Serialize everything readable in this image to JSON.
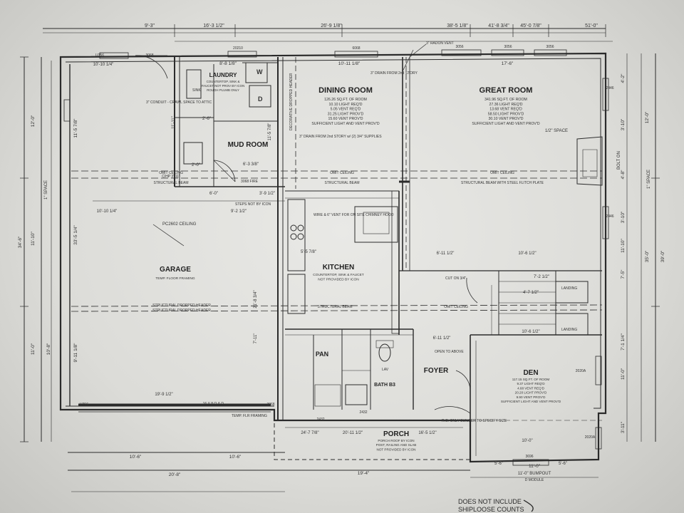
{
  "rooms": {
    "dining": {
      "name": "DINING ROOM",
      "specs": [
        "126.26 SQ.FT. OF ROOM",
        "10.10 LIGHT REQ'D",
        "5.05 VENT REQ'D",
        "31.25 LIGHT PROV'D",
        "15.60 VENT PROV'D",
        "SUFFICIENT LIGHT AND VENT PROV'D"
      ]
    },
    "great": {
      "name": "GREAT ROOM",
      "specs": [
        "341.96 SQ.FT. OF ROOM",
        "27.36 LIGHT REQ'D",
        "13.68 VENT REQ'D",
        "58.50 LIGHT PROV'D",
        "30.10 VENT PROV'D",
        "SUFFICIENT LIGHT AND VENT PROV'D"
      ]
    },
    "den": {
      "name": "DEN",
      "specs": [
        "117.15 SQ.FT. OF ROOM",
        "9.37 LIGHT REQ'D",
        "4.68 VENT REQ'D",
        "20.20 LIGHT PROV'D",
        "9.90 VENT PROV'D",
        "SUFFICIENT LIGHT AND VENT PROV'D"
      ]
    },
    "laundry": {
      "name": "LAUNDRY",
      "specs": [
        "COUNTERTOP, SINK &",
        "FAUCET NOT PROV BY ICON",
        "ROUGH PLUMB ONLY"
      ]
    },
    "mud": {
      "name": "MUD ROOM"
    },
    "kitchen": {
      "name": "KITCHEN",
      "specs": [
        "COUNTERTOP, SINK & FAUCET",
        "NOT PROVIDED BY ICON"
      ]
    },
    "garage": {
      "name": "GARAGE",
      "specs": [
        "TEMP. FLOOR FRAMING"
      ]
    },
    "pan": {
      "name": "PAN"
    },
    "bath": {
      "name": "BATH B3"
    },
    "foyer": {
      "name": "FOYER"
    },
    "porch": {
      "name": "PORCH",
      "specs": [
        "PORCH ROOF BY ICON",
        "POST, RAILING AND SLAB",
        "NOT PROVIDED BY ICON"
      ]
    }
  },
  "notes": {
    "omit_ceiling": "OMIT CEILING",
    "ceiling_ht": "C/HP 3'-11\"",
    "structural_beam": "STRUCTURAL BEAM",
    "beam_steel": "STRUCTURAL BEAM WITH STEEL FLITCH PLATE",
    "dropped_header": "STRUCTURAL DROPPED HEADER",
    "decorative_header": "DECORATIVE DROPPED HEADER",
    "radon_vent": "3\" RADON VENT",
    "drain_2nd": "3\" DRAIN FROM 2nd STORY",
    "drain_supplies": "3\" DRAIN FROM 2nd STORY w/ (2) 3/4\" SUPPLIES",
    "conduit": "3\" CONDUIT - CRAWL SPACE TO ATTIC",
    "steps": "STEPS NOT BY ICON",
    "pc_ceiling": "PC2602 CEILING",
    "range_vent": "WIRE & 6\" VENT FOR ON SITE CHIMNEY HOOD",
    "open_above": "OPEN TO ABOVE",
    "cut_on": "CUT ON 3/4\"",
    "landing": "LANDING",
    "half_space": "1/2\" SPACE",
    "bolt_on": "BOLT ON",
    "space_1": "1\" SPACE",
    "temp_flr": "TEMP. FLR FRAMING",
    "ro_only": "R.O. ONLY BUILDER TO SPECIFY SIZE",
    "bumpout": "11'-0\" BUMPOUT",
    "module": "D MODULE",
    "handwritten": [
      "DOES NOT INCLUDE",
      "SHIPLOOSE COUNTS"
    ]
  },
  "dims": {
    "top": [
      "9'-3\"",
      "16'-3 1/2\"",
      "26'-9 1/8\"",
      "38'-5 1/8\"",
      "41'-8 3/4\"",
      "45'-0 7/8\"",
      "51'-0\""
    ],
    "top_inner": [
      "8'-8 1/8\"",
      "10'-11 1/8\"",
      "17'-6\""
    ],
    "left": [
      "12'-0\"",
      "11'-5 7/8\"",
      "34'-6\"",
      "11'-10\"",
      "33'-5 1/4\"",
      "11'-0\"",
      "10'-8\"",
      "9'-11 1/8\""
    ],
    "right": [
      "4'-2\"",
      "12'-0\"",
      "3'-10\"",
      "4'-8\"",
      "3'-10\"",
      "35'-0\"",
      "39'-0\"",
      "11'-10\"",
      "7'-5\"",
      "7'-1 1/4\"",
      "11'-0\"",
      "3'-11\""
    ],
    "bottom": [
      "10'-6\"",
      "10'-6\"",
      "20'-8\"",
      "19'-4\"",
      "11'-0\""
    ],
    "interior": [
      "10'-10 1/4\"",
      "11'-11\"",
      "10'-10 1/4\"",
      "9'-2 1/2\"",
      "6'-0\"",
      "3'-9 1/2\"",
      "6'-3 3/8\"",
      "11'-5 7/8\"",
      "21'-8 3/4\"",
      "19'-9 1/2\"",
      "5'-5 7/8\"",
      "6'-11 1/2\"",
      "10'-6 1/2\"",
      "7'-2 1/2\"",
      "4'-7 1/2\"",
      "10'-6 1/2\"",
      "6'-11 1/2\"",
      "7'-11\"",
      "24'-7 7/8\"",
      "20'-11 1/2\"",
      "16'-5 1/2\"",
      "5'-6\"",
      "5'-6\"",
      "10'-0\"",
      "2'-0\"",
      "2'-6\""
    ]
  },
  "windows": [
    "U356",
    "3068",
    "20210",
    "6068",
    "3056",
    "3056",
    "3056",
    "2446",
    "2446",
    "2432",
    "2432",
    "3696",
    "U356",
    "3068 FIRE",
    "3068",
    "2020A",
    "2020A",
    "16 X 8 O.A.D."
  ],
  "appliances": [
    "W",
    "D",
    "LAV",
    "SINK"
  ]
}
